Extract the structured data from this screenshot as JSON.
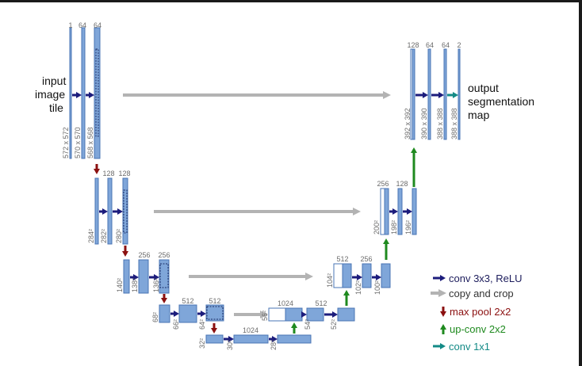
{
  "colors": {
    "fm": "#7fa6d9",
    "fm_stroke": "#4a74b4",
    "conv": "#1c1c7c",
    "copy": "#b3b3b3",
    "pool": "#8b1010",
    "upconv": "#1f8a1f",
    "conv1x1": "#138a86",
    "text": "#111111",
    "dim": "#6b6b6b"
  },
  "labels": {
    "input": [
      "input",
      "image",
      "tile"
    ],
    "output": [
      "output",
      "segmentation",
      "map"
    ]
  },
  "legend": {
    "conv": "conv 3x3, ReLU",
    "copy": "copy and crop",
    "pool": "max pool 2x2",
    "upconv": "up-conv 2x2",
    "conv1x1": "conv 1x1"
  },
  "channels": {
    "l1": [
      "1",
      "64",
      "64"
    ],
    "l2": [
      "128",
      "128"
    ],
    "l3": [
      "256",
      "256"
    ],
    "l4": [
      "512",
      "512"
    ],
    "l5": [
      "1024"
    ],
    "l5b": [
      "1024"
    ],
    "u4": [
      "512"
    ],
    "u3": [
      "512",
      "256"
    ],
    "u2": [
      "256",
      "128"
    ],
    "u1": [
      "128",
      "64",
      "64",
      "2"
    ]
  },
  "sizes": {
    "l1": [
      "572 x 572",
      "570 x 570",
      "568 x 568"
    ],
    "l2": [
      "284²",
      "282²",
      "280²"
    ],
    "l3": [
      "140²",
      "138²",
      "136²"
    ],
    "l4": [
      "68²",
      "66²",
      "64²"
    ],
    "l5": [
      "32²",
      "30²",
      "28²"
    ],
    "u4": [
      "56²",
      "54²",
      "52²"
    ],
    "u3": [
      "104²",
      "102²",
      "100²"
    ],
    "u2": [
      "200²",
      "198²",
      "196²"
    ],
    "u1": [
      "392 x 392",
      "390 x 390",
      "388 x 388",
      "388 x 388"
    ]
  }
}
